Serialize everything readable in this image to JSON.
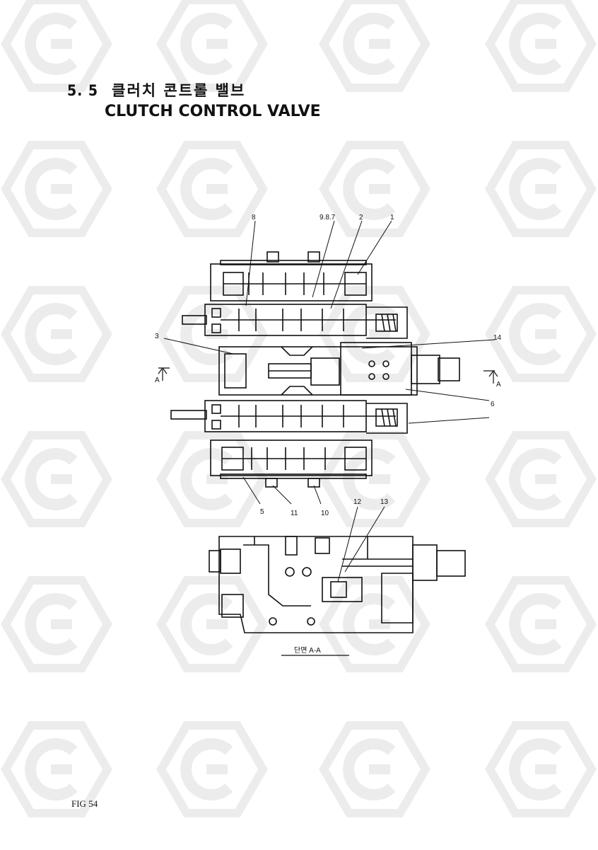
{
  "section": {
    "number": "5. 5",
    "title_ko": "클러치 콘트롤 밸브",
    "title_en": "CLUTCH CONTROL VALVE"
  },
  "callouts": [
    "8",
    "9.8.7",
    "2",
    "1",
    "3",
    "14",
    "6",
    "5",
    "11",
    "10",
    "12",
    "13"
  ],
  "section_marks": [
    "A",
    "A"
  ],
  "section_caption": "단면 A-A",
  "figure_label": "FIG 54",
  "watermark": "hexagon-logo-pattern"
}
